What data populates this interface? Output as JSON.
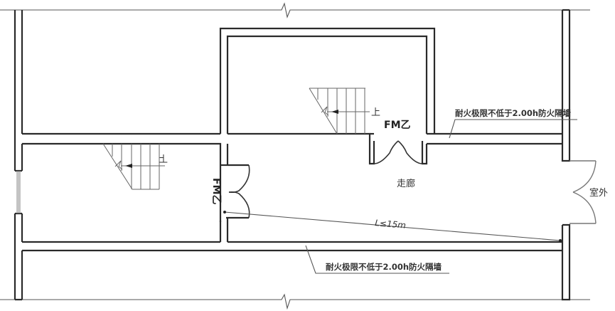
{
  "drawing": {
    "type": "architectural-floor-plan",
    "line_color": "#2a2a2a",
    "background": "#ffffff"
  },
  "labels": {
    "fire_wall_upper": "耐火极限不低于2.00h防火隔墙",
    "fire_wall_lower": "耐火极限不低于2.00h防火隔墙",
    "corridor": "走廊",
    "outdoor": "室外",
    "door_upper": "FM乙",
    "door_left": "FM乙",
    "distance": "L≤15m",
    "stair_up_upper": "上",
    "stair_up_left": "上"
  }
}
